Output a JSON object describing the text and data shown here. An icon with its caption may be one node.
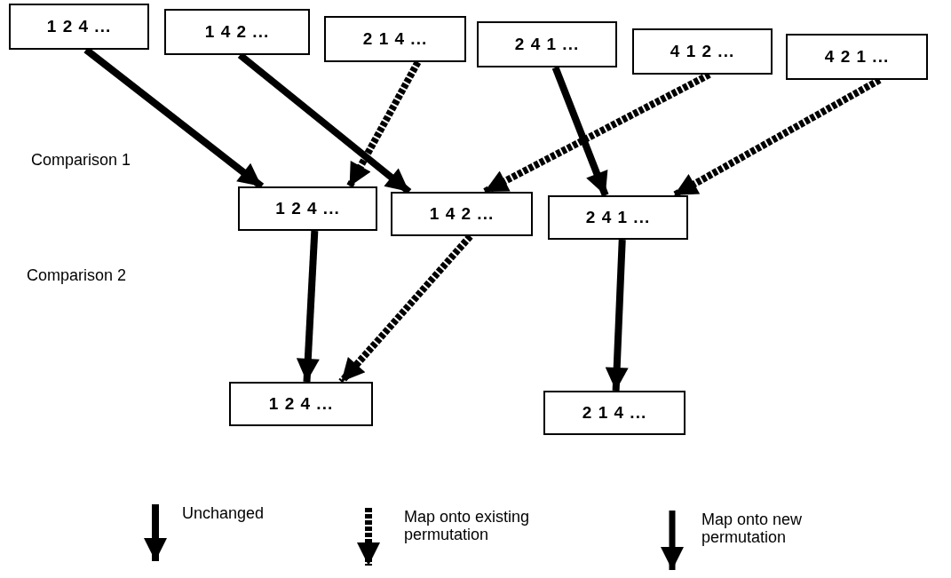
{
  "diagram": {
    "nodes": [
      {
        "text": [
          "1 2 4 ..."
        ]
      },
      {
        "text": [
          "1 4 2 ..."
        ]
      },
      {
        "text": [
          "2 1 4 ..."
        ]
      },
      {
        "text": [
          "2 4 1 ..."
        ]
      },
      {
        "text": [
          "4 1 2 ..."
        ]
      },
      {
        "text": [
          "4 2 1 ..."
        ]
      },
      {
        "text": [
          "1 2 4 ..."
        ]
      },
      {
        "text": [
          "1 4 2 ..."
        ]
      },
      {
        "text": [
          "2 4 1 ..."
        ]
      },
      {
        "text": [
          "1 2 4 ..."
        ]
      },
      {
        "text": [
          "2 1 4 ..."
        ]
      }
    ],
    "edges": [
      {
        "from": 0,
        "to": 6,
        "arrow": "to"
      },
      {
        "from": 1,
        "to": 7,
        "arrow": "to"
      },
      {
        "from": 2,
        "to": 6,
        "arrow": "to",
        "style": "dashed"
      },
      {
        "from": 3,
        "to": 8,
        "arrow": "to"
      },
      {
        "from": 4,
        "to": 7,
        "arrow": "to",
        "style": "dashed"
      },
      {
        "from": 5,
        "to": 8,
        "arrow": "to",
        "style": "dashed"
      },
      {
        "from": 6,
        "to": 9,
        "arrow": "to"
      },
      {
        "from": 7,
        "to": 9,
        "arrow": "to",
        "style": "dashed"
      },
      {
        "from": 8,
        "to": 10,
        "arrow": "to"
      }
    ],
    "labels": [
      "Comparison 1",
      "Comparison 2"
    ],
    "legend": [
      {
        "text": "Unchanged"
      },
      {
        "text": "Map onto existing permutation"
      },
      {
        "text": "Map onto new permutation"
      }
    ]
  }
}
